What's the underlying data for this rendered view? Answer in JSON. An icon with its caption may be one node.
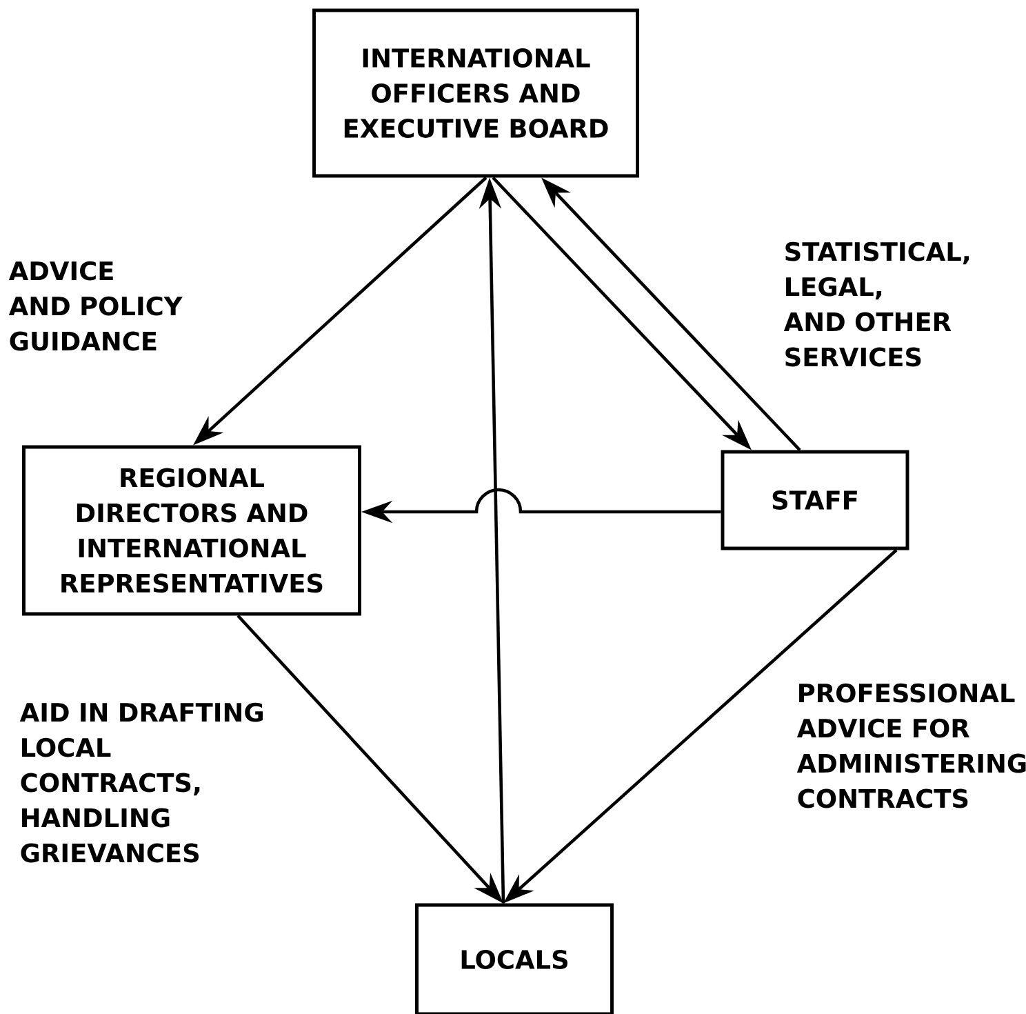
{
  "diagram": {
    "nodes": [
      {
        "text": [
          "INTERNATIONAL OFFICERS AND EXECUTIVE BOARD"
        ]
      },
      {
        "text": [
          "REGIONAL DIRECTORS AND INTERNATIONAL REPRESENTATIVES"
        ]
      },
      {
        "text": [
          "STAFF"
        ]
      },
      {
        "text": [
          "LOCALS"
        ]
      }
    ],
    "edges": [
      {
        "from": 0,
        "to": 1,
        "arrow": "to"
      },
      {
        "from": 3,
        "to": 0,
        "arrow": "to"
      },
      {
        "from": 0,
        "to": 2,
        "arrow": "to"
      },
      {
        "from": 2,
        "to": 0,
        "arrow": "to"
      },
      {
        "from": 2,
        "to": 1,
        "arrow": "to"
      },
      {
        "from": 1,
        "to": 3,
        "arrow": "to"
      },
      {
        "from": 2,
        "to": 3,
        "arrow": "to"
      }
    ],
    "labels": [
      "ADVICE AND POLICY GUIDANCE",
      "STATISTICAL, LEGAL, AND OTHER SERVICES",
      "AID IN DRAFTING LOCAL CONTRACTS, HANDLING GRIEVANCES",
      "PROFESSIONAL ADVICE FOR ADMINISTERING CONTRACTS"
    ]
  }
}
